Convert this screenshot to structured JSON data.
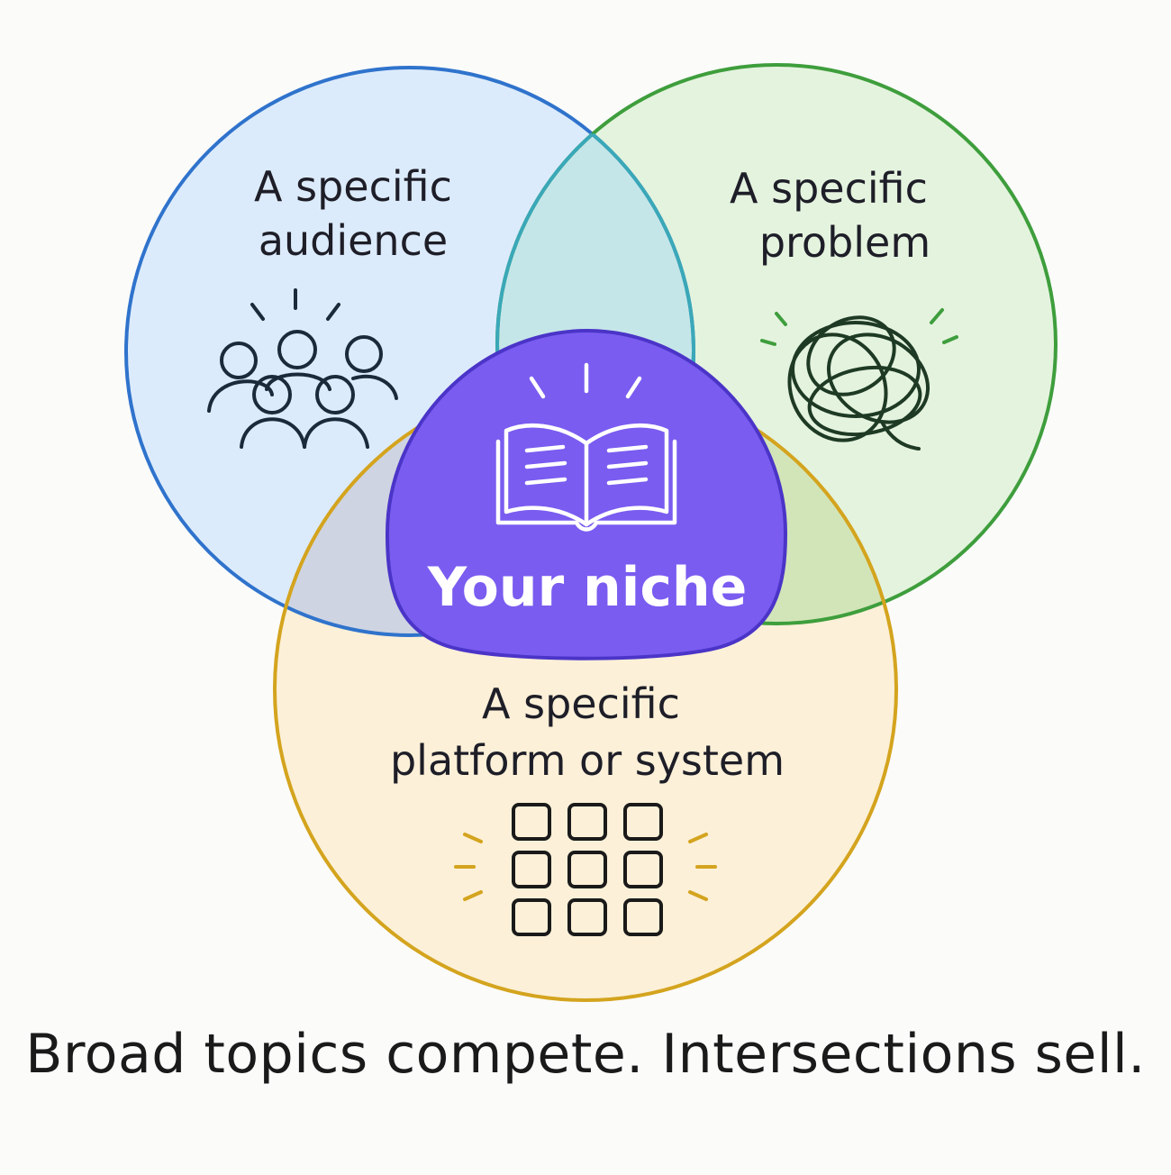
{
  "diagram": {
    "circles": [
      {
        "id": "audience",
        "label_lines": [
          "A specific",
          "audience"
        ],
        "icon": "people-group-icon",
        "stroke": "#2f73cc",
        "fill": "#dcebfb"
      },
      {
        "id": "problem",
        "label_lines": [
          "A specific",
          "problem"
        ],
        "icon": "tangled-knot-icon",
        "stroke": "#3e9e3c",
        "fill": "#e4f3de"
      },
      {
        "id": "platform",
        "label_lines": [
          "A specific",
          "platform or system"
        ],
        "icon": "app-grid-icon",
        "stroke": "#d4a41e",
        "fill": "#fcf0d8"
      }
    ],
    "center": {
      "label": "Your niche",
      "icon": "open-book-icon",
      "fill": "#7a5cf0",
      "stroke": "#4b34c8"
    }
  },
  "caption": "Broad topics compete. Intersections sell."
}
